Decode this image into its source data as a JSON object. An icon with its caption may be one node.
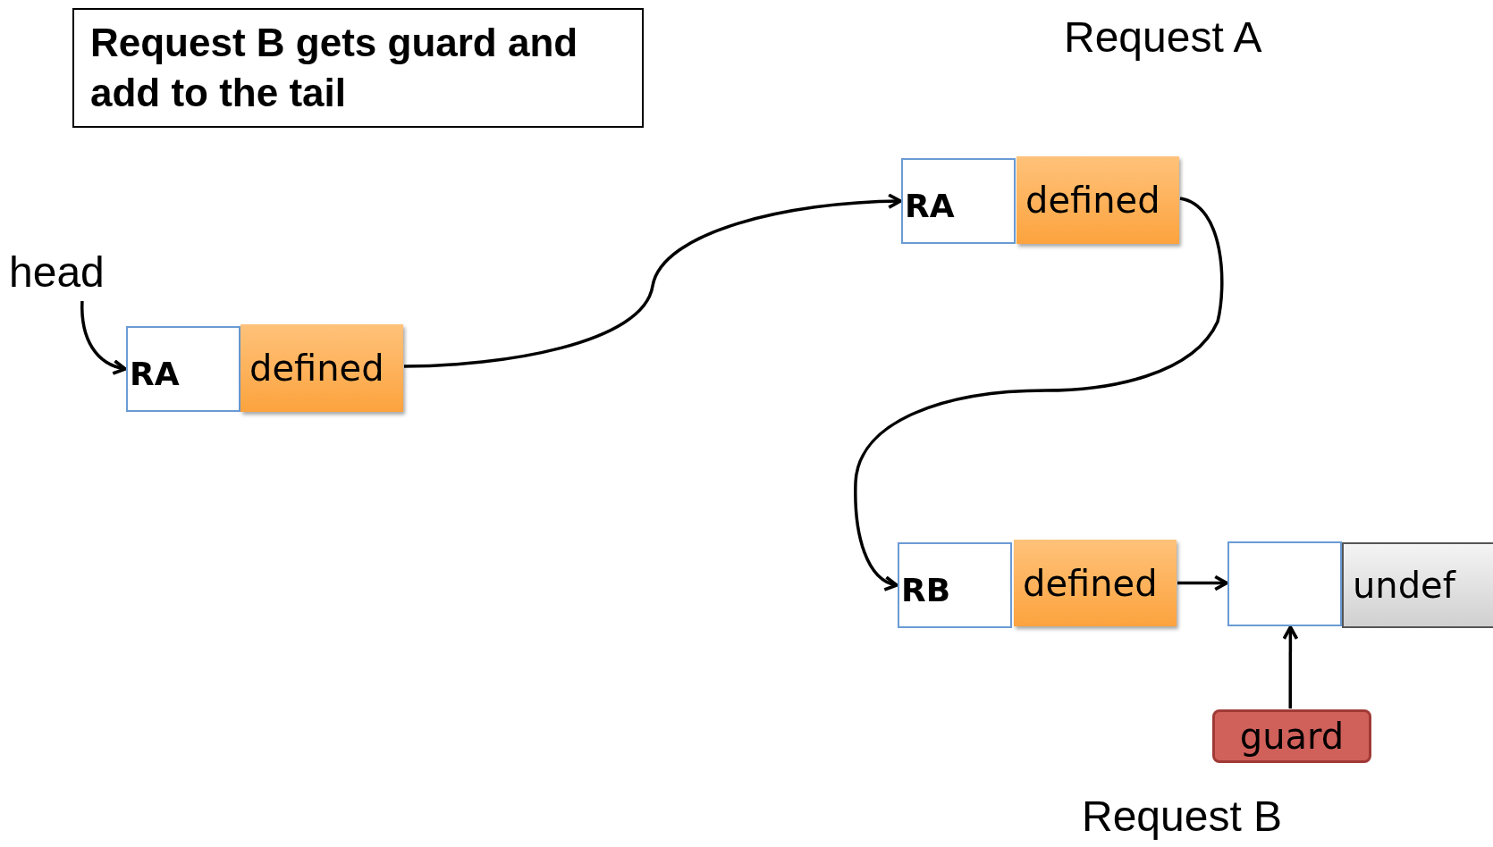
{
  "diagram": {
    "nodes": [
      {
        "text": [
          "Request B gets guard and add to the tail"
        ]
      },
      {
        "text": [
          "head"
        ]
      },
      {
        "text": [
          "RA"
        ]
      },
      {
        "text": [
          "defined"
        ]
      },
      {
        "text": [
          "RA"
        ]
      },
      {
        "text": [
          "defined"
        ]
      },
      {
        "text": [
          "RB"
        ]
      },
      {
        "text": [
          "defined"
        ]
      },
      {
        "text": [],
        "shape": "box"
      },
      {
        "text": [
          "undef"
        ]
      },
      {
        "text": [
          "guard"
        ]
      }
    ],
    "edges": [
      {
        "from": 1,
        "to": 2,
        "arrow": "to"
      },
      {
        "from": 3,
        "to": 4,
        "arrow": "to"
      },
      {
        "from": 5,
        "to": 6,
        "arrow": "to"
      },
      {
        "from": 7,
        "to": 8,
        "arrow": "to"
      },
      {
        "from": 10,
        "to": 8,
        "arrow": "to"
      }
    ],
    "labels": [
      "Request A",
      "Request B"
    ]
  }
}
